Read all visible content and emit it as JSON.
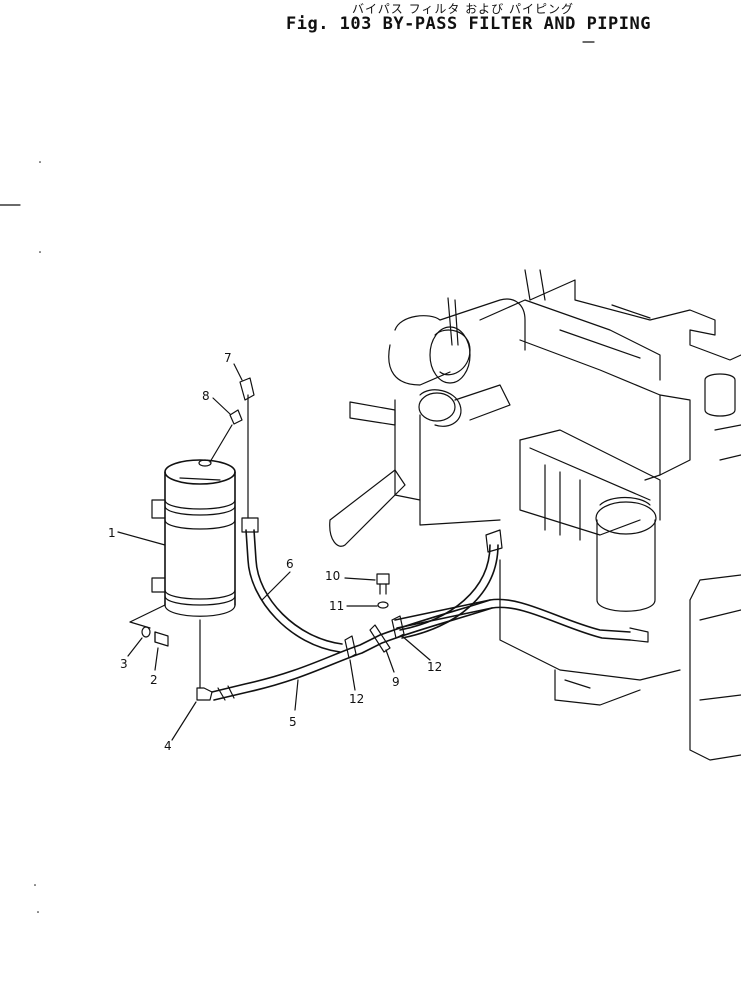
{
  "header": {
    "jp_title": "バイパス フィルタ および パイピング",
    "title": "Fig. 103 BY-PASS FILTER AND PIPING"
  },
  "callouts": [
    {
      "label": "1"
    },
    {
      "label": "2"
    },
    {
      "label": "3"
    },
    {
      "label": "4"
    },
    {
      "label": "5"
    },
    {
      "label": "6"
    },
    {
      "label": "7"
    },
    {
      "label": "8"
    },
    {
      "label": "9"
    },
    {
      "label": "10"
    },
    {
      "label": "11"
    },
    {
      "label": "12"
    },
    {
      "label": "12"
    }
  ],
  "colors": {
    "ink": "#111111",
    "paper": "#ffffff"
  }
}
